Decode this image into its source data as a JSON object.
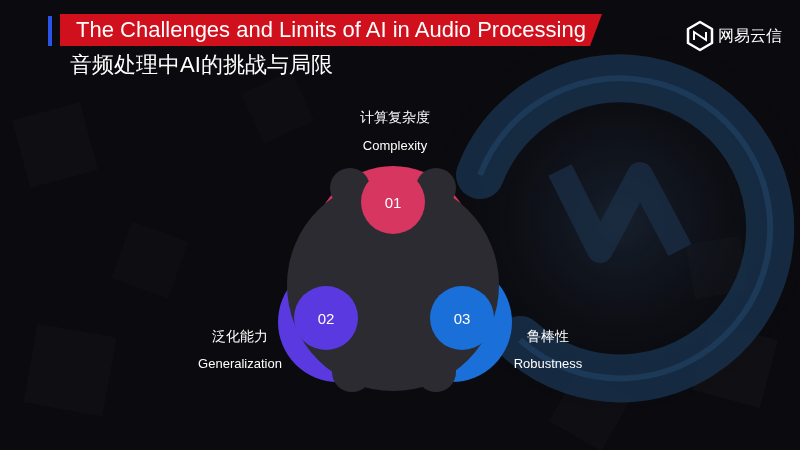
{
  "diagram": {
    "title": "The Challenges and Limits of AI in Audio Processing",
    "nodes": [
      {
        "text": [
          "01",
          "计算复杂度",
          "Complexity"
        ]
      },
      {
        "text": [
          "02",
          "泛化能力",
          "Generalization"
        ]
      },
      {
        "text": [
          "03",
          "鲁棒性",
          "Robustness"
        ]
      }
    ],
    "edges": [],
    "labels": [
      "音频处理中AI的挑战与局限",
      "网易云信"
    ]
  }
}
